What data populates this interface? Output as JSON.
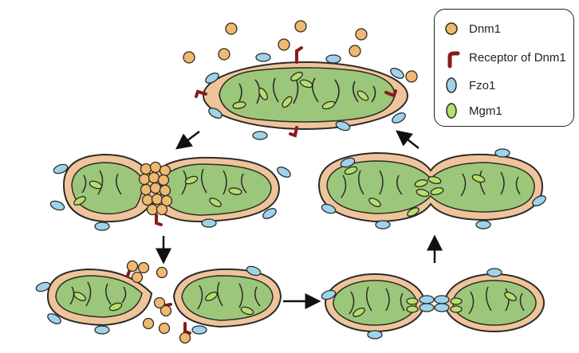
{
  "legend": {
    "items": [
      {
        "label": "Dnm1",
        "icon": "dnm1-sphere-icon",
        "color": "#f0b96e"
      },
      {
        "label": "Receptor of Dnm1",
        "icon": "receptor-icon",
        "color": "#8b1a1a"
      },
      {
        "label": "Fzo1",
        "icon": "fzo1-oval-icon",
        "color": "#9fd3ea"
      },
      {
        "label": "Mgm1",
        "icon": "mgm1-oval-icon",
        "color": "#b7de6a"
      }
    ]
  },
  "colors": {
    "outer_membrane": "#f0c49a",
    "matrix": "#9cc77a",
    "outline": "#2a2a2a",
    "dnm1": "#f0b96e",
    "receptor": "#8b1a1a",
    "fzo1": "#9fd3ea",
    "mgm1": "#b7de6a"
  },
  "stages": [
    {
      "id": "fused-mitochondrion"
    },
    {
      "id": "constriction-by-dnm1"
    },
    {
      "id": "separated-mitochondria"
    },
    {
      "id": "tethered-by-fzo1"
    },
    {
      "id": "inner-membrane-fusion"
    }
  ],
  "arrows": [
    {
      "from": "fused-mitochondrion",
      "to": "constriction-by-dnm1"
    },
    {
      "from": "constriction-by-dnm1",
      "to": "separated-mitochondria"
    },
    {
      "from": "separated-mitochondria",
      "to": "tethered-by-fzo1"
    },
    {
      "from": "tethered-by-fzo1",
      "to": "inner-membrane-fusion"
    },
    {
      "from": "inner-membrane-fusion",
      "to": "fused-mitochondrion"
    }
  ]
}
